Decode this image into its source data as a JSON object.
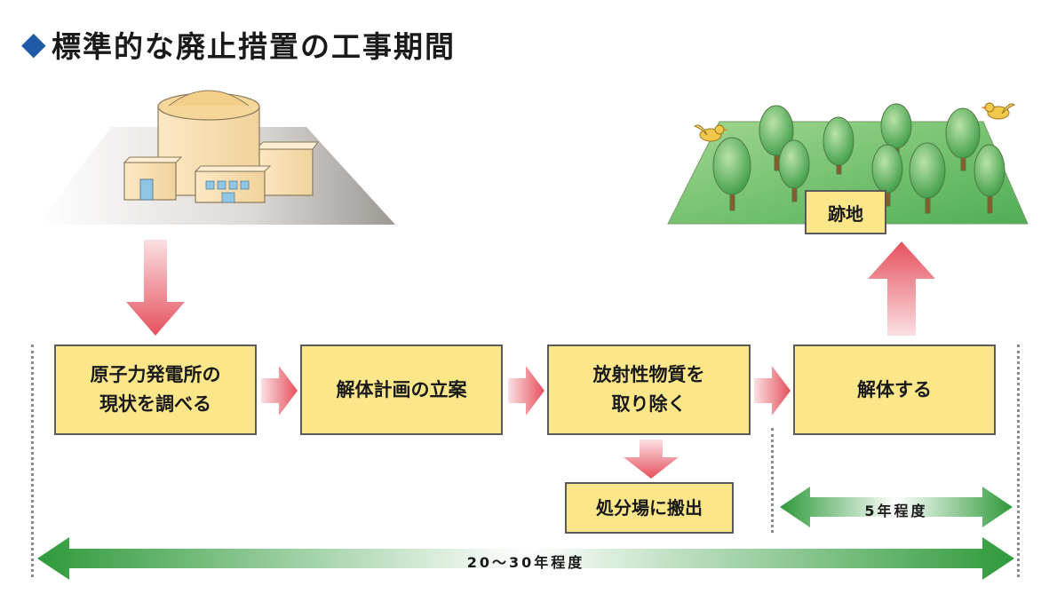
{
  "title": "標準的な廃止措置の工事期間",
  "title_marker": "◆",
  "steps": [
    {
      "lines": [
        "原子力発電所の",
        "現状を調べる"
      ]
    },
    {
      "lines": [
        "解体計画の立案"
      ]
    },
    {
      "lines": [
        "放射性物質を",
        "取り除く"
      ]
    },
    {
      "lines": [
        "解体する"
      ]
    }
  ],
  "disposal": "処分場に搬出",
  "site_label": "跡地",
  "period_total": "20～30年程度",
  "period_dismantle": "5年程度",
  "colors": {
    "step_fill": "#fbe78a",
    "step_border": "#5a5a5a",
    "arrow_red": "#ea6b73",
    "arrow_green": "#2f9a3a",
    "title_marker": "#1f5aa6"
  }
}
